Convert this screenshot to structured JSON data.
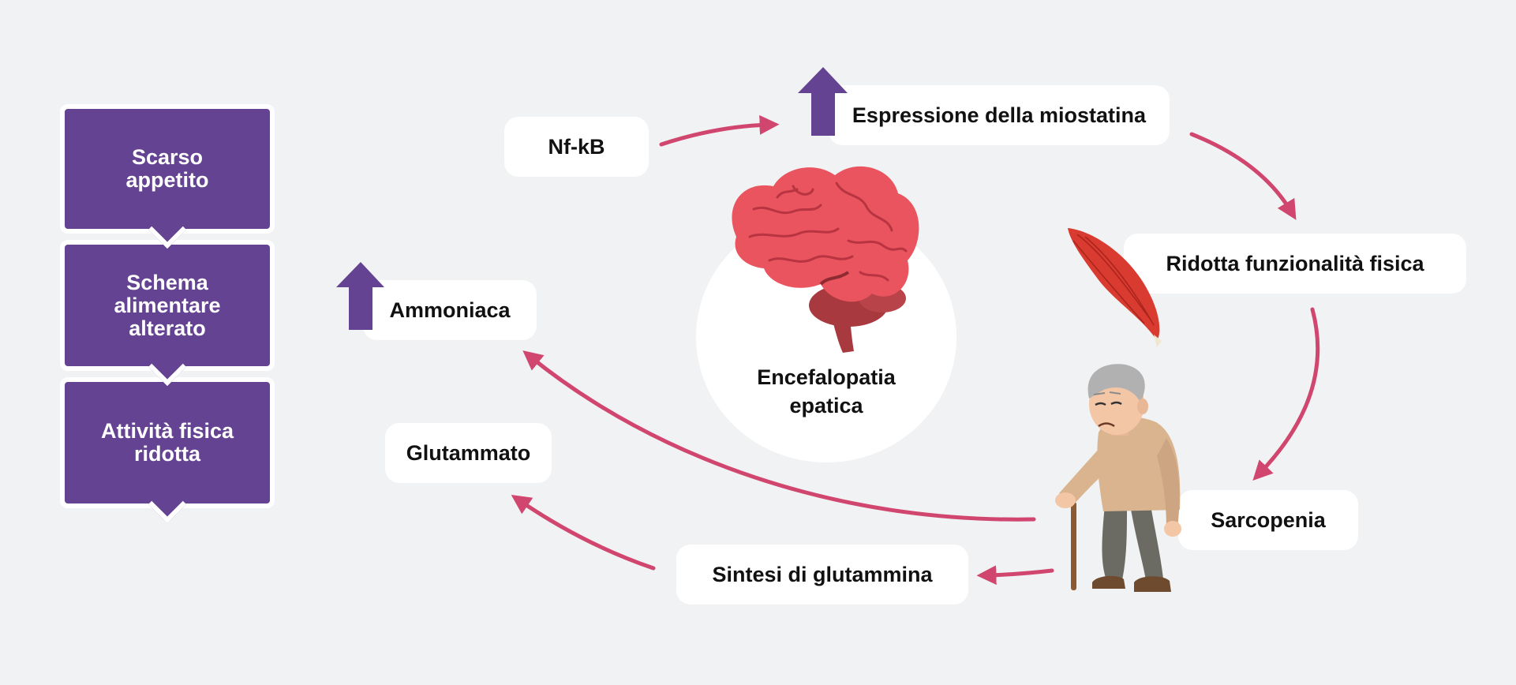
{
  "left_stack": [
    {
      "lines": [
        "Scarso",
        "appetito"
      ]
    },
    {
      "lines": [
        "Schema",
        "alimentare",
        "alterato"
      ]
    },
    {
      "lines": [
        "Attività fisica",
        "ridotta"
      ]
    }
  ],
  "center": {
    "lines": [
      "Encefalopatia",
      "epatica"
    ]
  },
  "labels": {
    "nfkb": "Nf-kB",
    "miostatina": "Espressione della miostatina",
    "ridotta": "Ridotta funzionalità fisica",
    "ammoniaca": "Ammoniaca",
    "glutammato": "Glutammato",
    "sarcopenia": "Sarcopenia",
    "glutammina": "Sintesi di glutammina"
  },
  "icons": {
    "up_arrow": "up-arrow-icon",
    "brain": "brain-icon",
    "muscle": "muscle-icon",
    "elderly": "elderly-person-icon"
  },
  "colors": {
    "background": "#f1f2f3",
    "purple": "#654393",
    "arrow": "#d1466f",
    "brain": "#e9545e",
    "muscle": "#d93b30"
  }
}
